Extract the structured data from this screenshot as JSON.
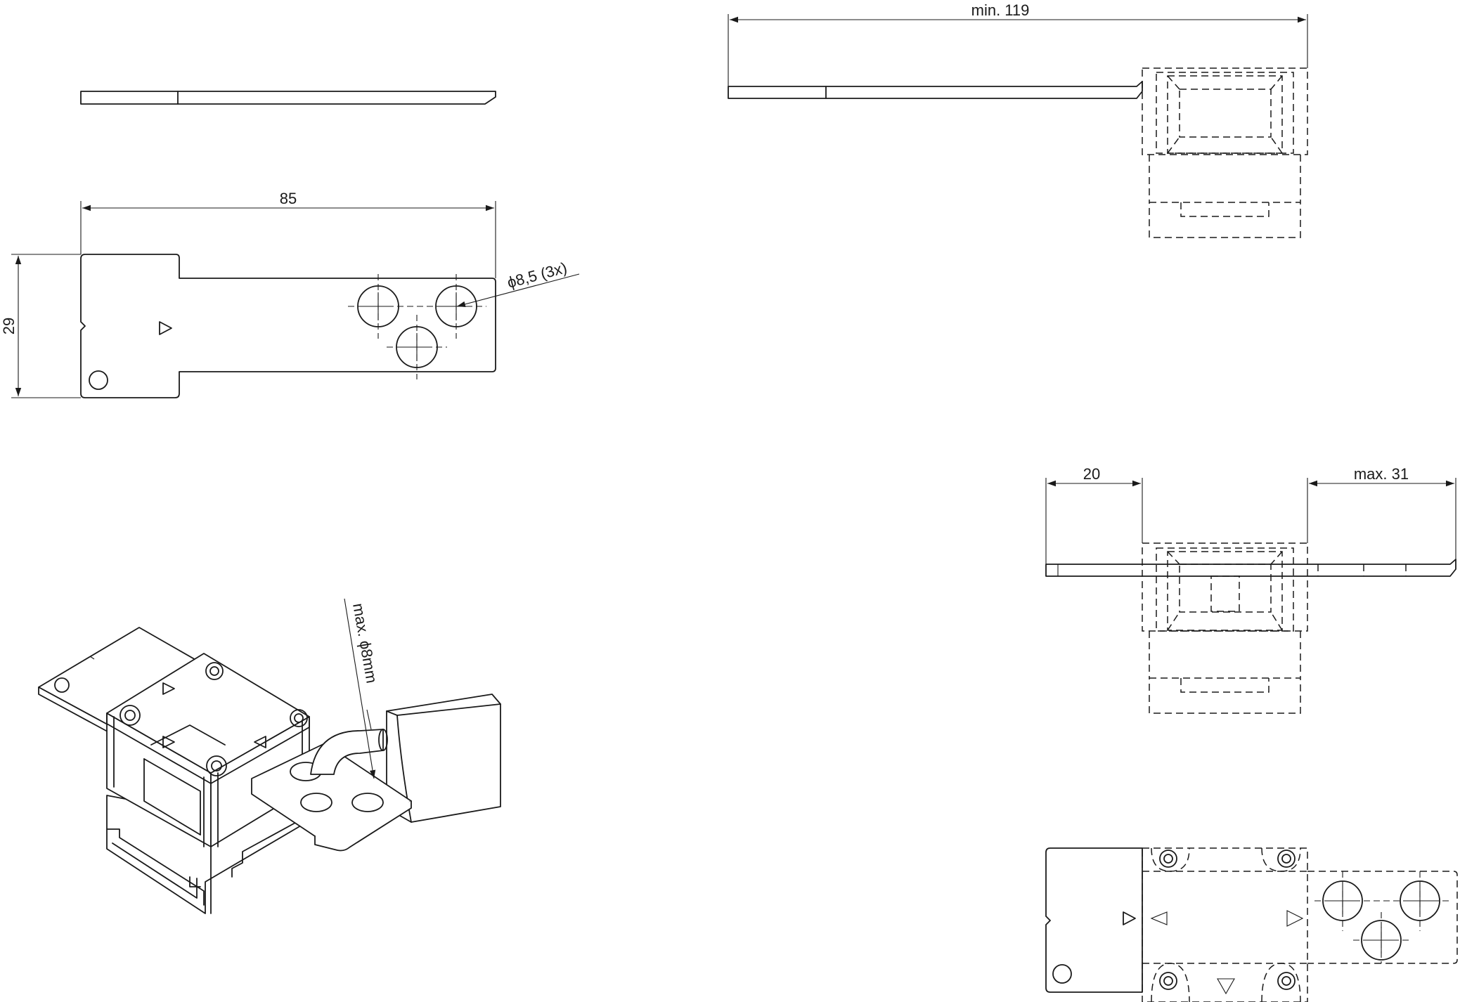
{
  "dimensions": {
    "length": "85",
    "width": "29",
    "holes": "ϕ8,5 (3x)",
    "min_length": "min. 119",
    "offset_left": "20",
    "offset_right": "max. 31",
    "cable": "max. ϕ8mm"
  },
  "colors": {
    "line": "#1a1a1a",
    "background": "#ffffff"
  }
}
